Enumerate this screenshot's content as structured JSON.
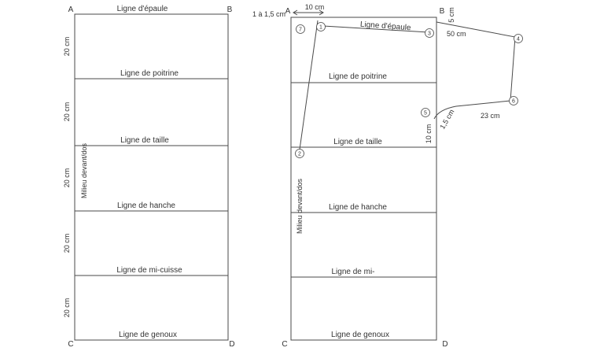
{
  "page": {
    "background": "#ffffff",
    "line_color": "#4a4a4a"
  },
  "left": {
    "corner_a": "A",
    "corner_b": "B",
    "corner_c": "C",
    "corner_d": "D",
    "lines": [
      {
        "label": "Ligne d'épaule"
      },
      {
        "label": "Ligne de poitrine"
      },
      {
        "label": "Ligne de taille"
      },
      {
        "label": "Ligne de hanche"
      },
      {
        "label": "Ligne de mi-cuisse"
      },
      {
        "label": "Ligne de genoux"
      }
    ],
    "spacing_labels": [
      "20 cm",
      "20 cm",
      "20 cm",
      "20 cm",
      "20 cm"
    ],
    "center_line_label": "Milieu devant/dos"
  },
  "right": {
    "corner_a": "A",
    "corner_b": "B",
    "corner_c": "C",
    "corner_d": "D",
    "lines": [
      {
        "label": "Ligne d'épaule"
      },
      {
        "label": "Ligne de poitrine"
      },
      {
        "label": "Ligne de taille"
      },
      {
        "label": "Ligne de hanche"
      },
      {
        "label": "Ligne de mi-"
      },
      {
        "label": "Ligne de genoux"
      }
    ],
    "center_line_label": "Milieu devant/dos",
    "measurements": {
      "neck_drop": "1 à 1,5 cm",
      "shoulder_offset": "10 cm",
      "b_drop": "5 cm",
      "yoke_length": "50 cm",
      "yoke_bottom": "23 cm",
      "curve_depth": "1,5 cm",
      "side_depth": "10 cm"
    },
    "points": [
      {
        "n": "1"
      },
      {
        "n": "2"
      },
      {
        "n": "3"
      },
      {
        "n": "4"
      },
      {
        "n": "5"
      },
      {
        "n": "6"
      },
      {
        "n": "7"
      }
    ]
  }
}
